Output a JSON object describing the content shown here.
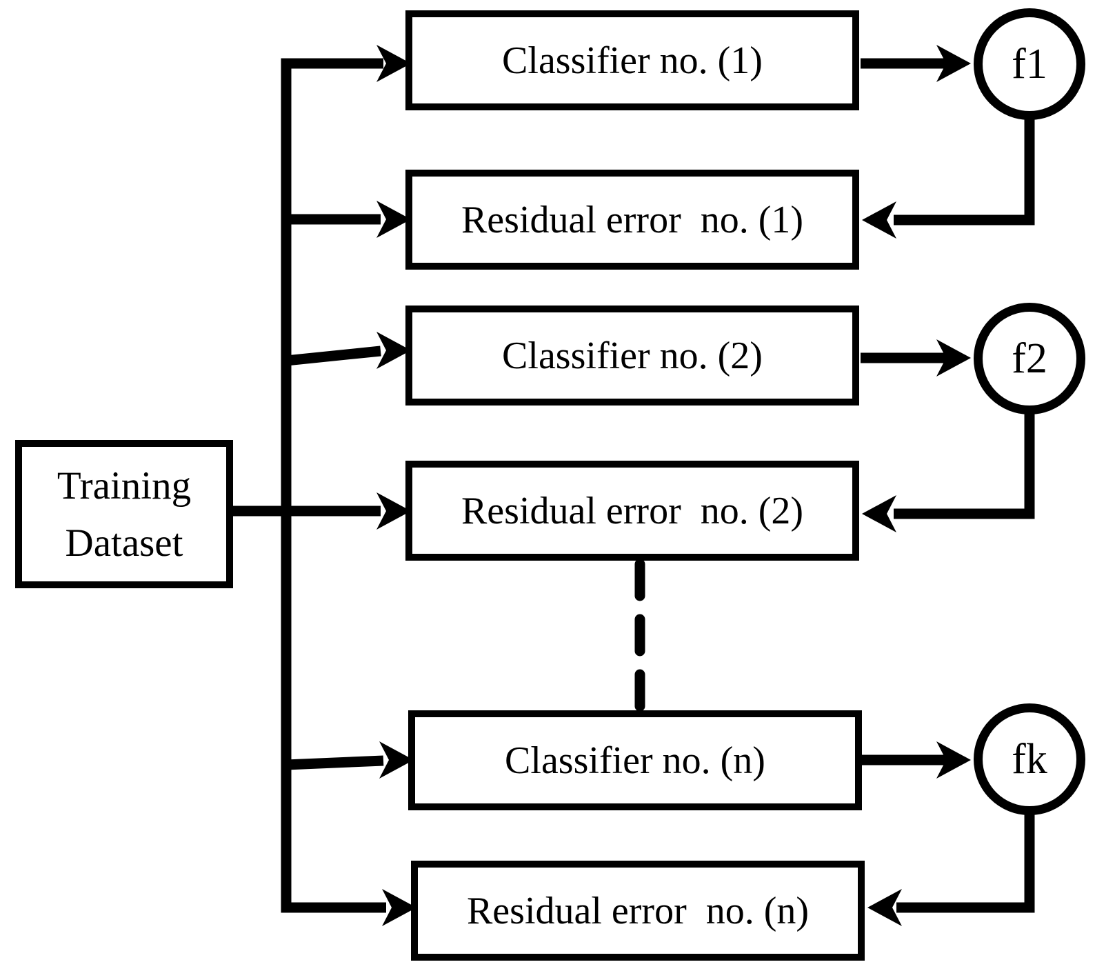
{
  "diagram": {
    "background_color": "#ffffff",
    "line_color": "#000000",
    "training_box": {
      "line1": "Training",
      "line2": "Dataset"
    },
    "stages": [
      {
        "classifier_label": "Classifier no. (1)",
        "residual_label": "Residual error  no. (1)",
        "combiner_label": "f1"
      },
      {
        "classifier_label": "Classifier no. (2)",
        "residual_label": "Residual error  no. (2)",
        "combiner_label": "f2"
      },
      {
        "classifier_label": "Classifier no. (n)",
        "residual_label": "Residual error  no. (n)",
        "combiner_label": "fk"
      }
    ]
  }
}
